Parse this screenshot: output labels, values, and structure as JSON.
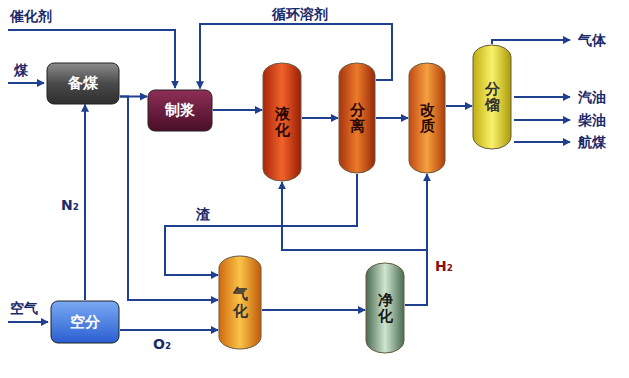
{
  "diagram": {
    "nodes": [
      {
        "text": [
          "备煤"
        ]
      },
      {
        "text": [
          "制浆"
        ]
      },
      {
        "text": [
          "液化"
        ]
      },
      {
        "text": [
          "分离"
        ]
      },
      {
        "text": [
          "改质"
        ]
      },
      {
        "text": [
          "分馏"
        ]
      },
      {
        "text": [
          "空分"
        ]
      },
      {
        "text": [
          "气化"
        ]
      },
      {
        "text": [
          "净化"
        ]
      }
    ],
    "edges": [
      {
        "from": 0,
        "to": 1,
        "arrow": "to"
      },
      {
        "from": 1,
        "to": 2,
        "arrow": "to"
      },
      {
        "from": 2,
        "to": 3,
        "arrow": "to"
      },
      {
        "from": 3,
        "to": 4,
        "arrow": "to"
      },
      {
        "from": 4,
        "to": 5,
        "arrow": "to"
      },
      {
        "from": 3,
        "to": 1,
        "label": "循环溶剂",
        "arrow": "to"
      },
      {
        "from": 3,
        "to": 7,
        "label": "渣",
        "arrow": "to"
      },
      {
        "from": 6,
        "to": 0,
        "label": "N₂",
        "arrow": "to"
      },
      {
        "from": 6,
        "to": 7,
        "label": "O₂",
        "arrow": "to"
      },
      {
        "from": 0,
        "to": 7,
        "arrow": "to"
      },
      {
        "from": 7,
        "to": 8,
        "arrow": "to"
      },
      {
        "from": 8,
        "to": 2,
        "label": "H₂",
        "arrow": "to"
      },
      {
        "from": 8,
        "to": 4,
        "arrow": "to"
      }
    ],
    "labels": [
      "催化剂",
      "煤",
      "空气",
      "气体",
      "汽油",
      "柴油",
      "航煤"
    ]
  }
}
